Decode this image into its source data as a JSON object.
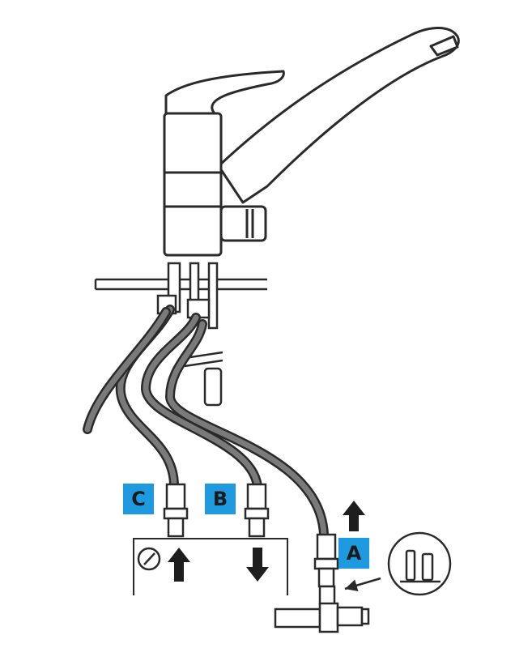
{
  "figure": {
    "labels": [
      {
        "id": "A",
        "text": "A"
      },
      {
        "id": "B",
        "text": "B"
      },
      {
        "id": "C",
        "text": "C"
      }
    ],
    "colors": {
      "line": "#2a2a2a",
      "hose_fill": "#6e6e6e",
      "label_box": "#1e9be0",
      "background": "#ffffff"
    },
    "icons": [
      "faucet-icon",
      "flexible-hose-icon",
      "up-arrow-icon",
      "down-arrow-icon",
      "thermostat-icon",
      "angle-valve-icon",
      "detail-magnifier-icon"
    ]
  }
}
